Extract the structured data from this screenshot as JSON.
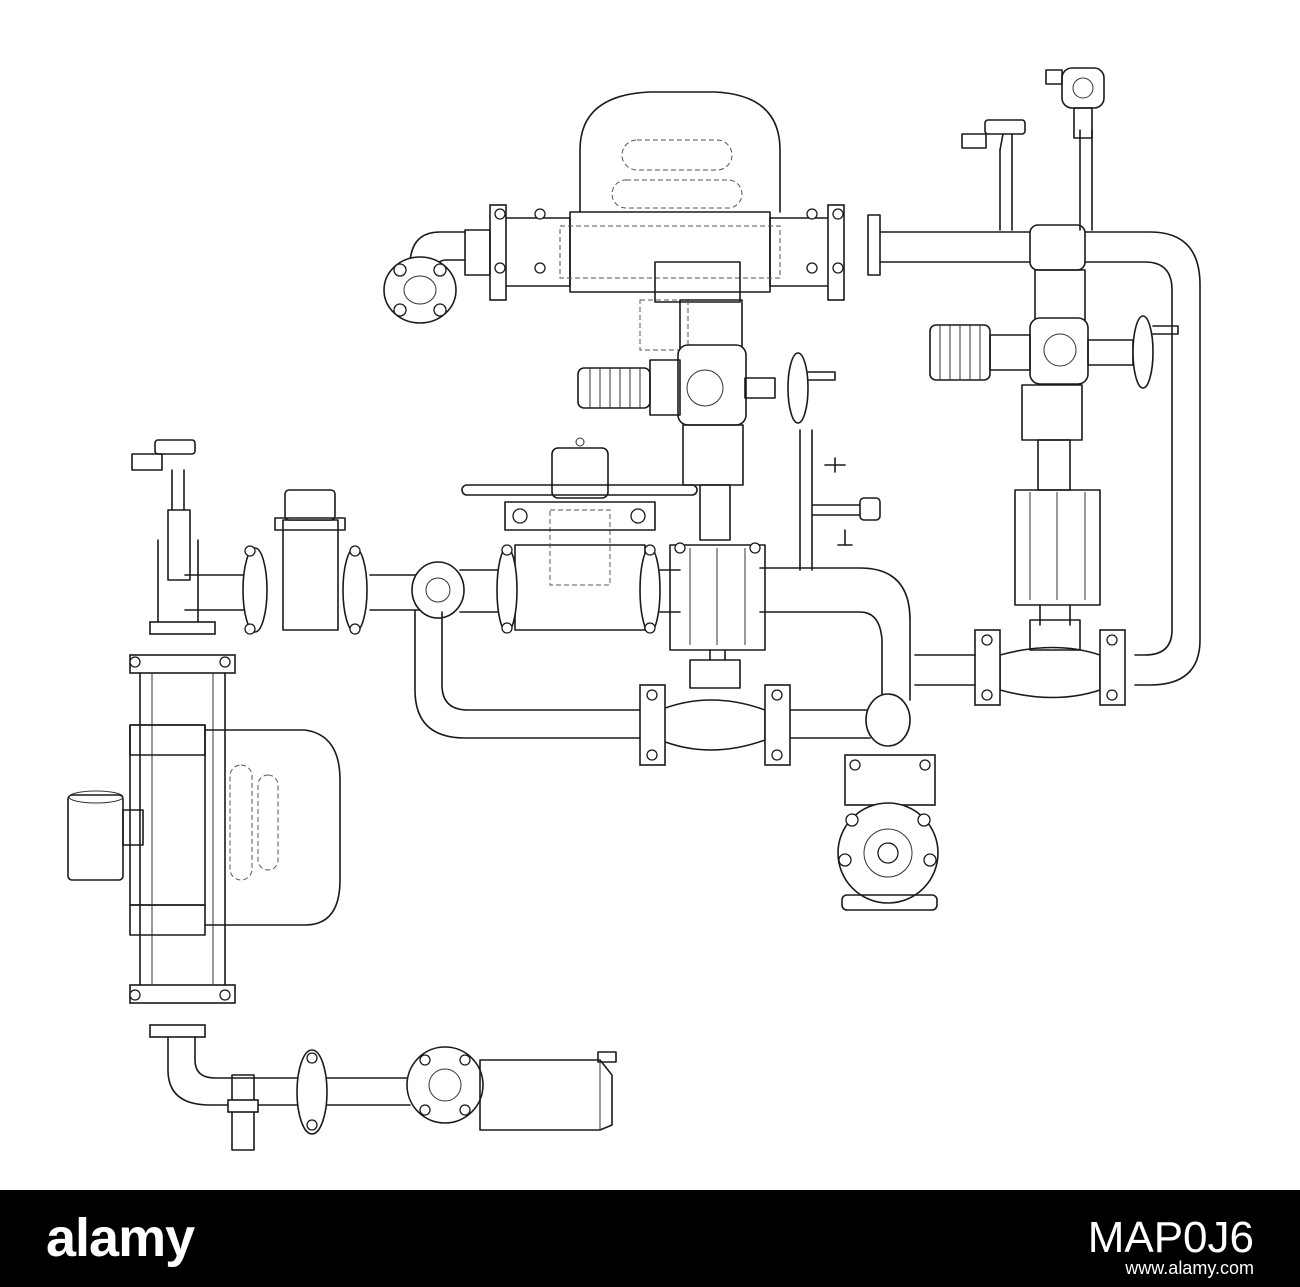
{
  "watermark": {
    "brand": "alamy",
    "image_id": "MAP0J6",
    "url": "www.alamy.com",
    "background_color": "#000000",
    "text_color": "#ffffff"
  },
  "drawing": {
    "line_color": "#1a1a1a",
    "background_color": "#ffffff"
  }
}
